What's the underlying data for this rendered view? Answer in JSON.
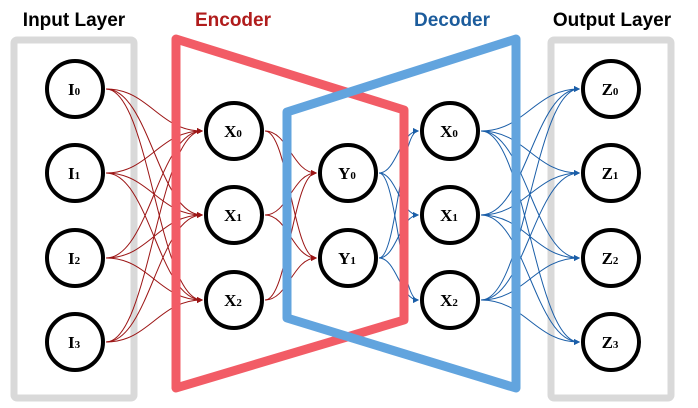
{
  "titles": {
    "input": "Input Layer",
    "encoder": "Encoder",
    "decoder": "Decoder",
    "output": "Output Layer"
  },
  "colors": {
    "encoder": "#f25c66",
    "encoder_title": "#b01c1c",
    "encoder_edge": "#9b1414",
    "decoder": "#62a4de",
    "decoder_title": "#1c5c9c",
    "decoder_edge": "#1a5ea8",
    "layer_box": "#d9d9d9",
    "node_stroke": "#000000",
    "title": "#000000"
  },
  "layers": [
    {
      "id": "input",
      "nodes": [
        {
          "letter": "I",
          "sub": "0"
        },
        {
          "letter": "I",
          "sub": "1"
        },
        {
          "letter": "I",
          "sub": "2"
        },
        {
          "letter": "I",
          "sub": "3"
        }
      ]
    },
    {
      "id": "enc_hidden",
      "nodes": [
        {
          "letter": "X",
          "sub": "0"
        },
        {
          "letter": "X",
          "sub": "1"
        },
        {
          "letter": "X",
          "sub": "2"
        }
      ]
    },
    {
      "id": "latent",
      "nodes": [
        {
          "letter": "Y",
          "sub": "0"
        },
        {
          "letter": "Y",
          "sub": "1"
        }
      ]
    },
    {
      "id": "dec_hidden",
      "nodes": [
        {
          "letter": "X",
          "sub": "0"
        },
        {
          "letter": "X",
          "sub": "1"
        },
        {
          "letter": "X",
          "sub": "2"
        }
      ]
    },
    {
      "id": "output",
      "nodes": [
        {
          "letter": "Z",
          "sub": "0"
        },
        {
          "letter": "Z",
          "sub": "1"
        },
        {
          "letter": "Z",
          "sub": "2"
        },
        {
          "letter": "Z",
          "sub": "3"
        }
      ]
    }
  ],
  "connections": [
    {
      "from": "input",
      "to": "enc_hidden",
      "color": "encoder_edge",
      "style": "fully-connected"
    },
    {
      "from": "enc_hidden",
      "to": "latent",
      "color": "encoder_edge",
      "style": "fully-connected"
    },
    {
      "from": "latent",
      "to": "dec_hidden",
      "color": "decoder_edge",
      "style": "fully-connected"
    },
    {
      "from": "dec_hidden",
      "to": "output",
      "color": "decoder_edge",
      "style": "fully-connected"
    }
  ]
}
